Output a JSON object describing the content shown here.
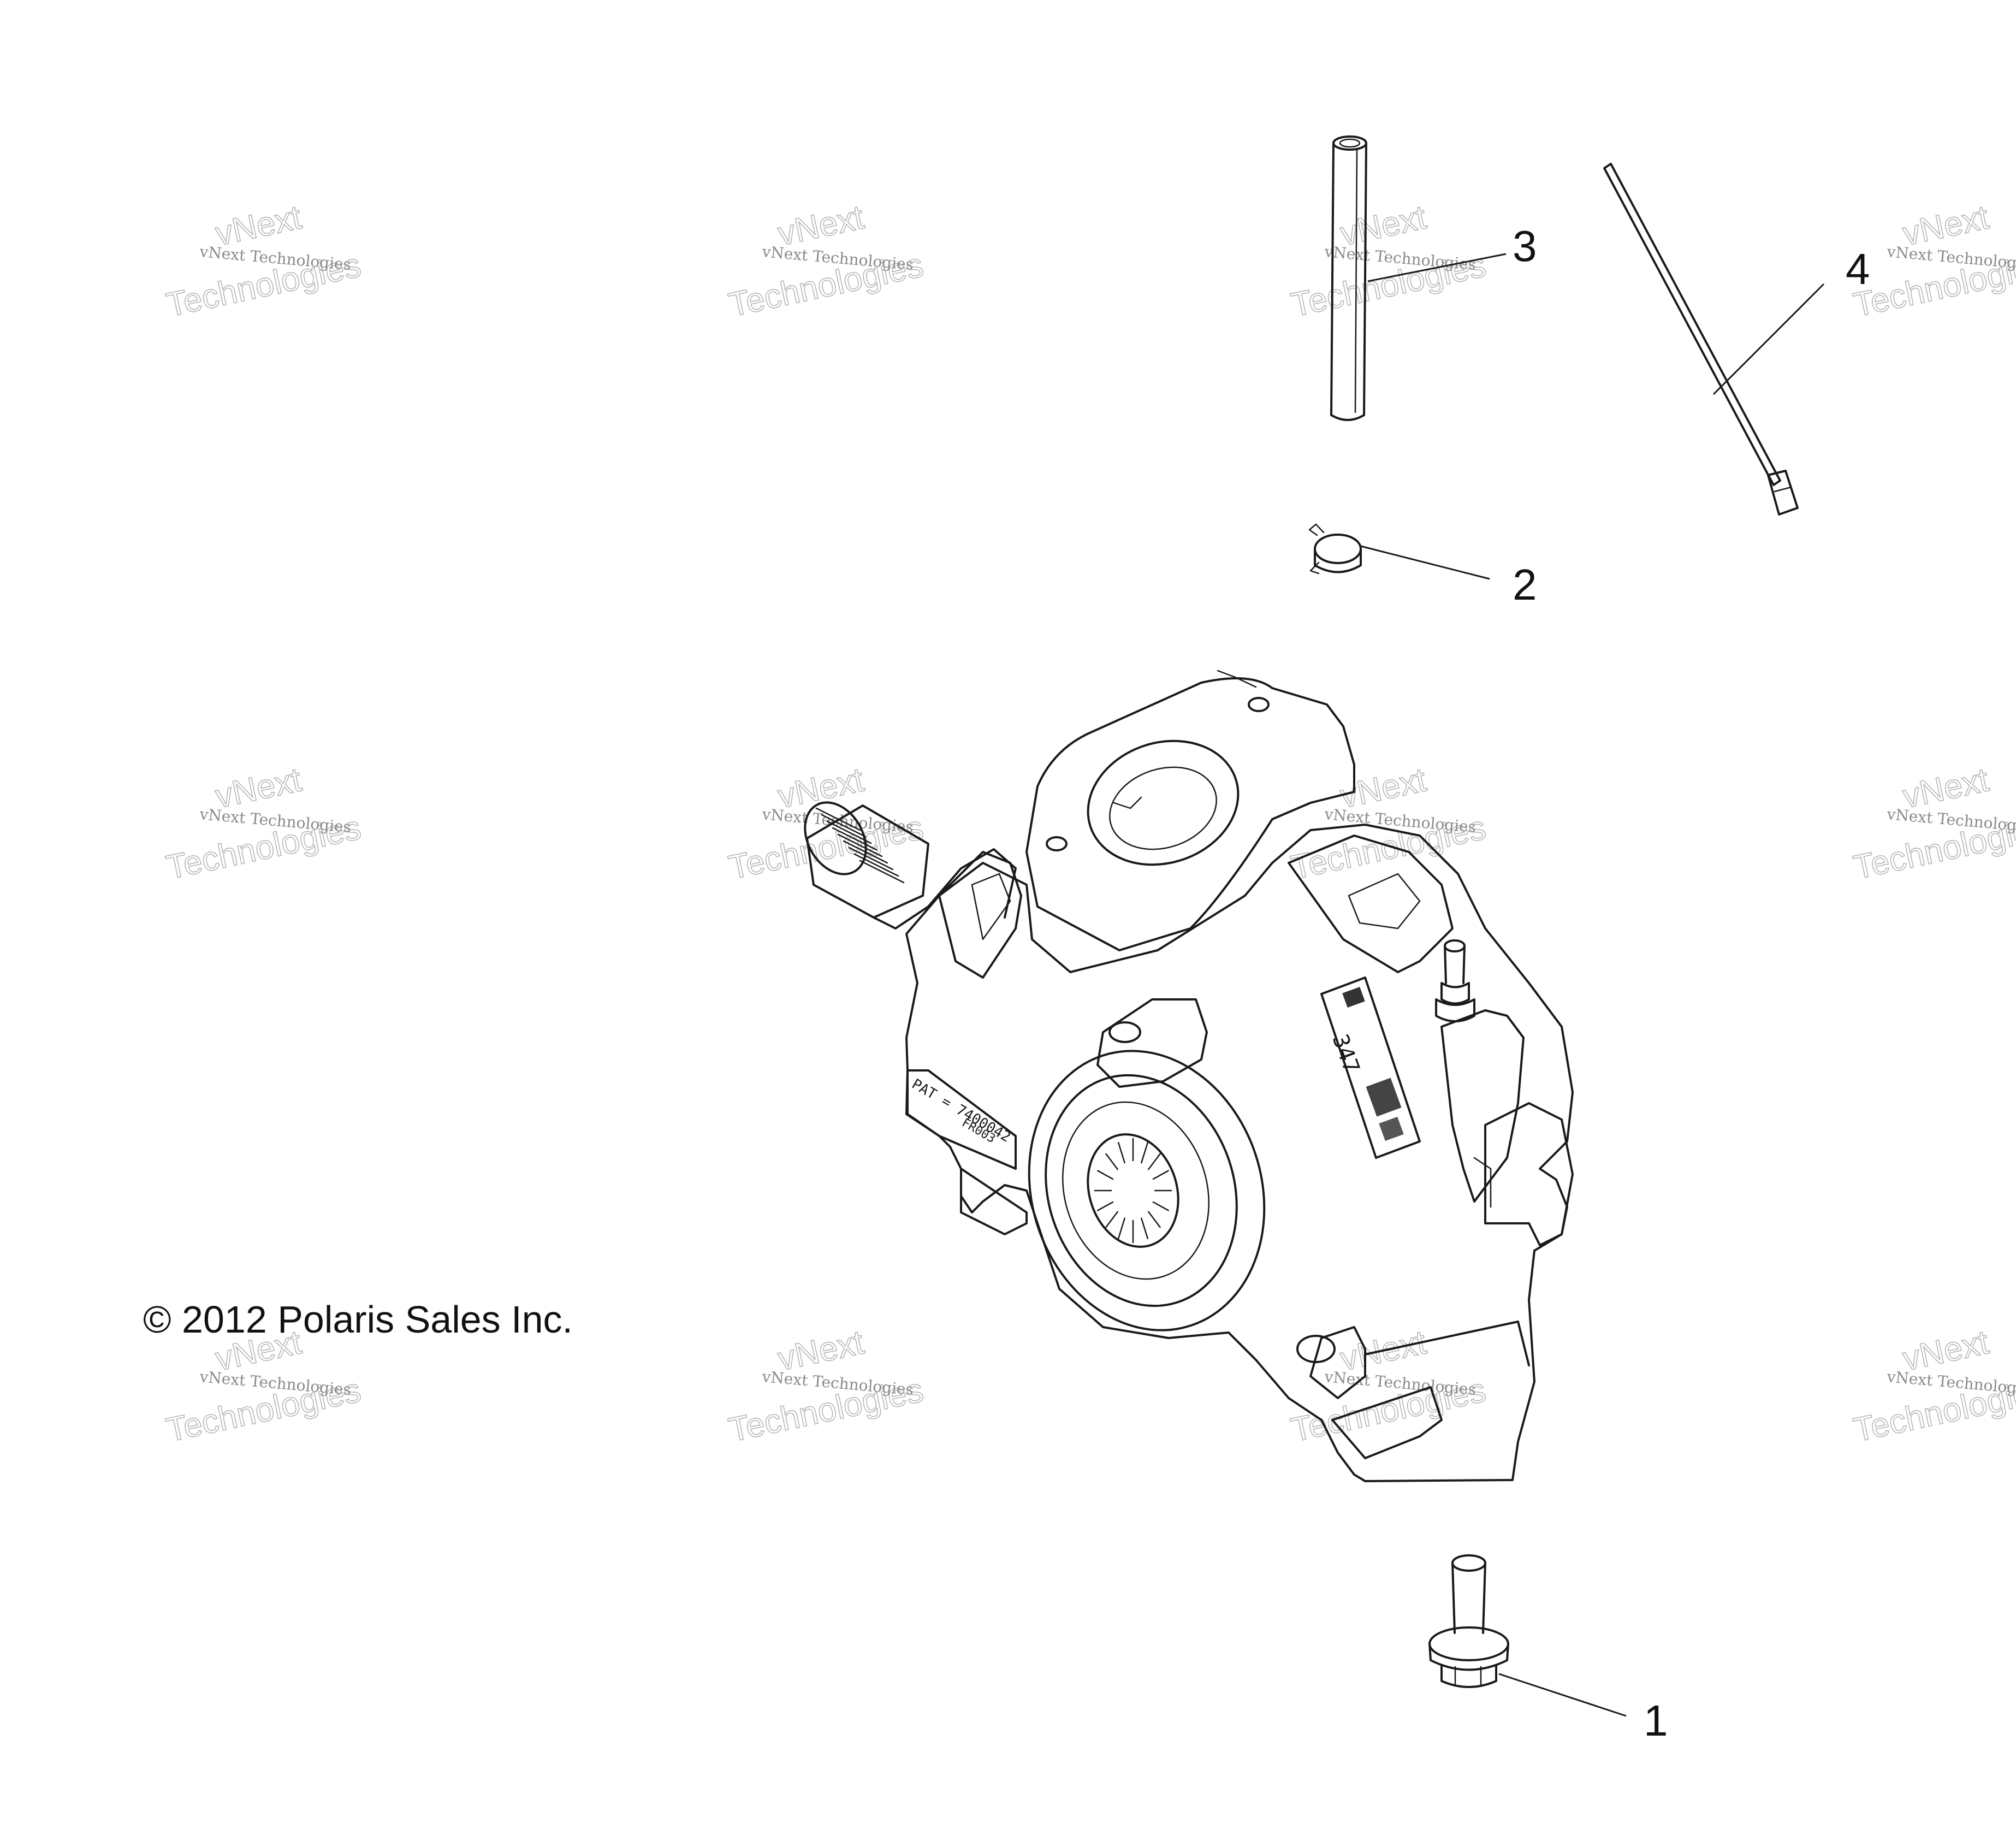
{
  "copyright": "© 2012 Polaris Sales Inc.",
  "callouts": [
    {
      "id": "1",
      "label": "1",
      "part": "bolt"
    },
    {
      "id": "2",
      "label": "2",
      "part": "hose clamp"
    },
    {
      "id": "3",
      "label": "3",
      "part": "vent hose"
    },
    {
      "id": "4",
      "label": "4",
      "part": "dipstick"
    }
  ],
  "housing_labels": {
    "part_number": "347",
    "patent_text": "PAT = 7400042",
    "patent_sub": "FR003"
  },
  "watermark": {
    "company": "vNext Technologies",
    "line1": "vNext",
    "line2": "Technologies"
  },
  "colors": {
    "line": "#1a1a1a",
    "watermark": "#b5b5b5",
    "background": "#ffffff"
  }
}
